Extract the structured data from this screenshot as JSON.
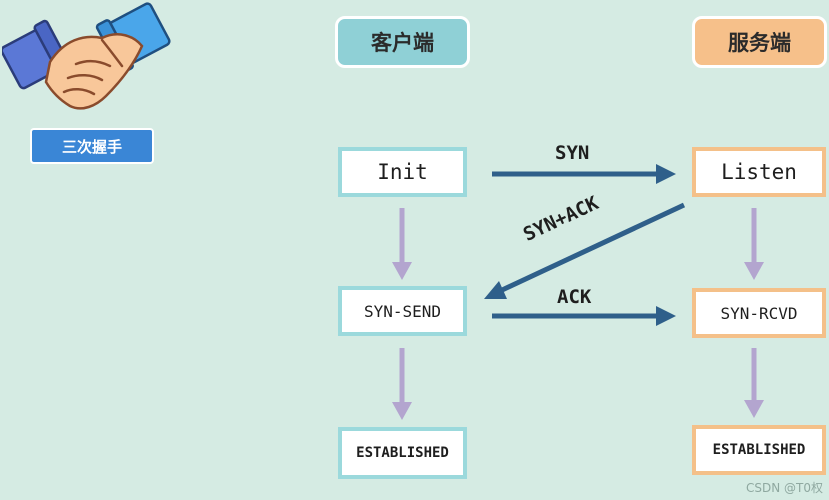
{
  "badge": {
    "label": "三次握手"
  },
  "headers": {
    "client": "客户端",
    "server": "服务端"
  },
  "client_states": {
    "init": "Init",
    "syn_send": "SYN-SEND",
    "established": "ESTABLISHED"
  },
  "server_states": {
    "listen": "Listen",
    "syn_rcvd": "SYN-RCVD",
    "established": "ESTABLISHED"
  },
  "messages": {
    "syn": "SYN",
    "syn_ack": "SYN+ACK",
    "ack": "ACK"
  },
  "watermark": "CSDN @T0权",
  "colors": {
    "background": "#d5ebe3",
    "client_accent": "#8fd0d6",
    "server_accent": "#f6c08a",
    "message_arrow": "#2f5f8a",
    "transition_arrow": "#b3a5cf",
    "badge": "#3a86d6"
  },
  "icons": {
    "top_left": "handshake-icon"
  }
}
